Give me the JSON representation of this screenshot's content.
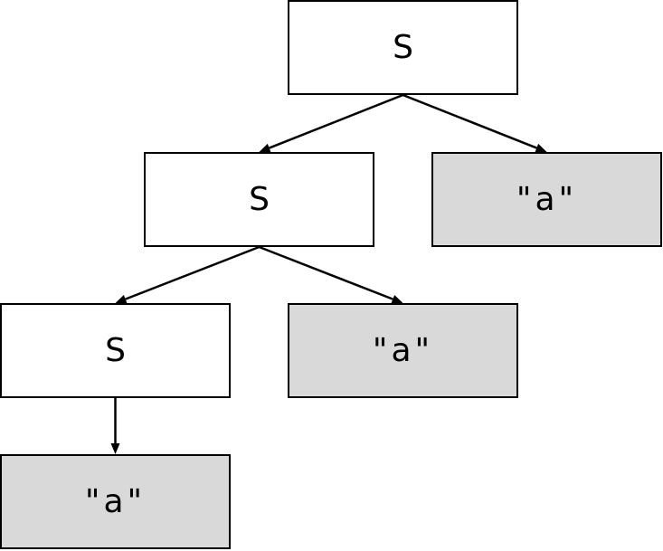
{
  "diagram": {
    "type": "parse-tree",
    "colors": {
      "border": "#000000",
      "nonterminal_fill": "#ffffff",
      "terminal_fill": "#d9d9d9",
      "edge": "#000000"
    },
    "nodes": [
      {
        "id": "n0",
        "label": "S",
        "kind": "nonterminal"
      },
      {
        "id": "n1",
        "label": "S",
        "kind": "nonterminal"
      },
      {
        "id": "n2",
        "label": "\"a\"",
        "kind": "terminal"
      },
      {
        "id": "n3",
        "label": "S",
        "kind": "nonterminal"
      },
      {
        "id": "n4",
        "label": "\"a\"",
        "kind": "terminal"
      },
      {
        "id": "n5",
        "label": "\"a\"",
        "kind": "terminal"
      }
    ],
    "edges": [
      {
        "from": "n0",
        "to": "n1"
      },
      {
        "from": "n0",
        "to": "n2"
      },
      {
        "from": "n1",
        "to": "n3"
      },
      {
        "from": "n1",
        "to": "n4"
      },
      {
        "from": "n3",
        "to": "n5"
      }
    ]
  }
}
